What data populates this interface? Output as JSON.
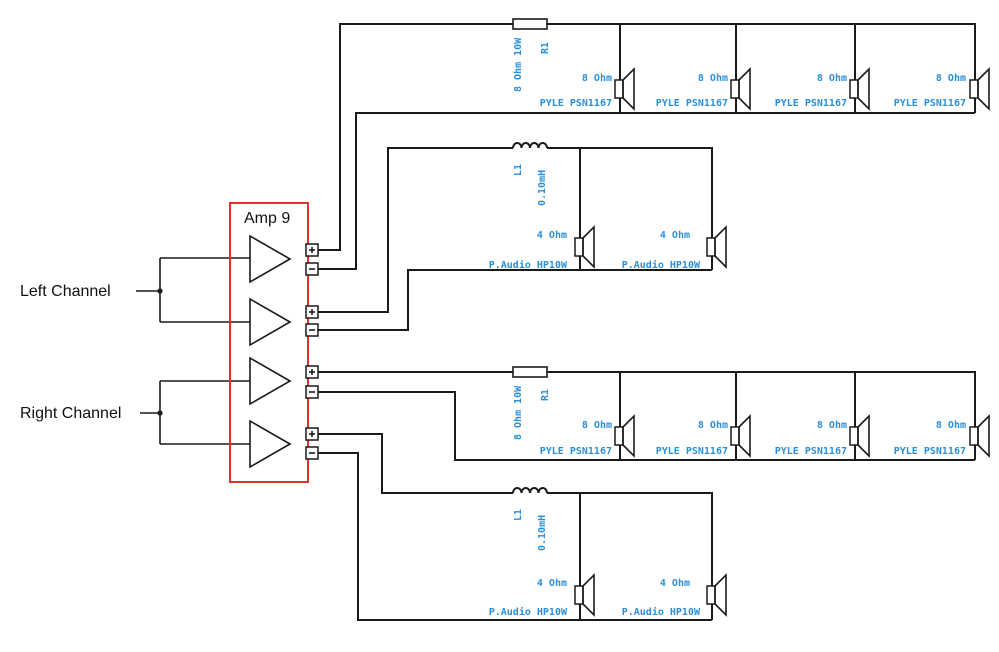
{
  "inputs": {
    "left": "Left Channel",
    "right": "Right Channel"
  },
  "amp": {
    "title": "Amp 9",
    "border_color": "#d9342b",
    "terminal_plus": "+",
    "terminal_minus": "-"
  },
  "label_color": "#2b8fd9",
  "groups": {
    "left_a": {
      "resistor_label": "R1",
      "resistor_value": "8 Ohm 10W",
      "speakers": [
        {
          "impedance": "8 Ohm",
          "model": "PYLE PSN1167"
        },
        {
          "impedance": "8 Ohm",
          "model": "PYLE PSN1167"
        },
        {
          "impedance": "8 Ohm",
          "model": "PYLE PSN1167"
        },
        {
          "impedance": "8 Ohm",
          "model": "PYLE PSN1167"
        }
      ]
    },
    "left_b": {
      "inductor_label": "L1",
      "inductor_value": "0.10mH",
      "speakers": [
        {
          "impedance": "4 Ohm",
          "model": "P.Audio HP10W"
        },
        {
          "impedance": "4 Ohm",
          "model": "P.Audio HP10W"
        }
      ]
    },
    "right_a": {
      "resistor_label": "R1",
      "resistor_value": "8 Ohm 10W",
      "speakers": [
        {
          "impedance": "8 Ohm",
          "model": "PYLE PSN1167"
        },
        {
          "impedance": "8 Ohm",
          "model": "PYLE PSN1167"
        },
        {
          "impedance": "8 Ohm",
          "model": "PYLE PSN1167"
        },
        {
          "impedance": "8 Ohm",
          "model": "PYLE PSN1167"
        }
      ]
    },
    "right_b": {
      "inductor_label": "L1",
      "inductor_value": "0.10mH",
      "speakers": [
        {
          "impedance": "4 Ohm",
          "model": "P.Audio HP10W"
        },
        {
          "impedance": "4 Ohm",
          "model": "P.Audio HP10W"
        }
      ]
    }
  }
}
